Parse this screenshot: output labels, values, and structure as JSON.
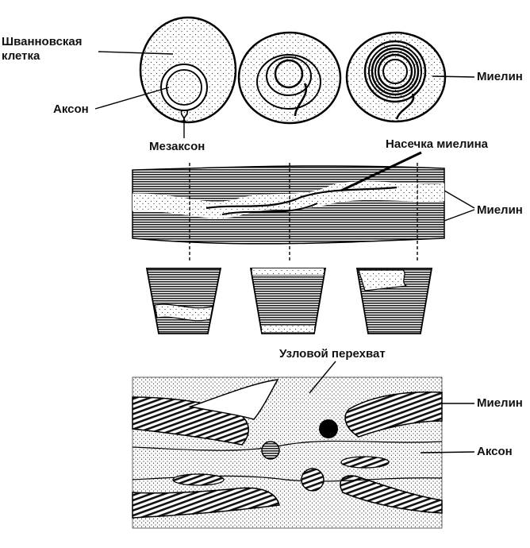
{
  "labels": {
    "schwann_cell": "Шванновская\nклетка",
    "axon_top": "Аксон",
    "mesaxon": "Мезаксон",
    "myelin_top": "Миелин",
    "myelin_notch": "Насечка миелина",
    "myelin_middle": "Миелин",
    "node_of_ranvier": "Узловой перехват",
    "myelin_bottom": "Миелин",
    "axon_bottom": "Аксон"
  }
}
